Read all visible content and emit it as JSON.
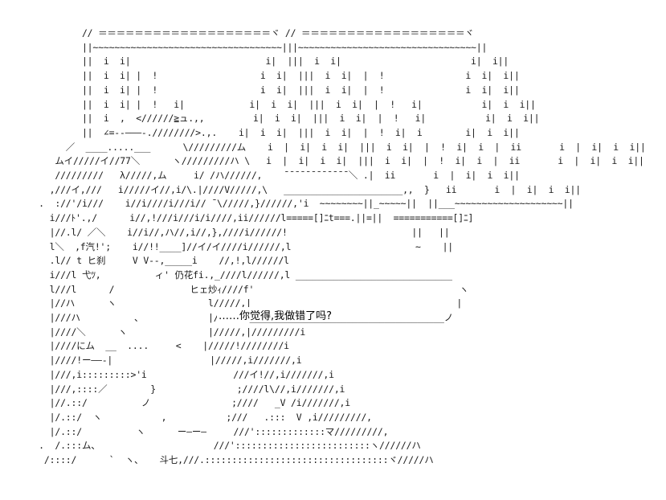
{
  "art_lines": [
    "           // ＝＝＝＝＝＝＝＝＝＝＝＝＝＝＝＝＝＝＝ヾ // ＝＝＝＝＝＝＝＝＝＝＝＝＝＝＝＝＝＝ヾ",
    "           ||~~~~~~~~~~~~~~~~~~~~~~~~~~~~~~~~~~~|||~~~~~~~~~~~~~~~~~~~~~~~~~~~~~~~~~||",
    "           ||  i  i|                         i|  |||  i  i|                        i|  i||",
    "           ||  i  i| |  !                   i  i|  |||  i  i|  |  !               i  i|  i||",
    "           ||  i  i| |  !                   i  i|  |||  i  i|  |  !               i  i|  i||",
    "           ||  i  i| |  !   i|            i|  i  i|  |||  i  i|  |  !   i|           i|  i  i||",
    "           ||  i  ,  <//////≧ュ.,,         i|  i  i|  |||  i  i|  |  !   i|           i|  i  i||",
    "           ||  ∠=-‐―――-.////////>.,.    i|  i  i|  |||  i  i|  |  !  i|  i        i|  i  i||",
    "        ／  ____.....___      \\/////////ム    i  |  i|  i  i|  |||  i  i|  |  !  i|  i  |  ii       i  |  i|  i  i||",
    "      ムイ/////イ//77＼      ヽ/////////ハ \\   i  |  i|  i  i|  |||  i  i|  |  !  i|  i  |  ii       i  |  i|  i  i||",
    "      /////////   λ/////,ム     i/ /ハ//////,    ̄ ̄ ̄ ̄ ̄ ̄ ̄ ̄ ̄ ̄ ̄ ̄ ＼ .|  ii       i  |  i|  i  i||",
    "     ,///イ,///   i/////イ//,i/\\.|////V/////,\\   ______________________,,  }   ii       i  |  i|  i  i||",
    "   .  ://'/i///    i//i////i///i// ̄ \\/////,}//////,'i  ~~~~~~~~||_~~~~~||  ||___~~~~~~~~~~~~~~~~~~~~||",
    "     i///ﾄ'.,/      i//,!///i///i/i////,ii//////l=====[]ﾆt===.||=||  ===========[]ﾆ]",
    "     |//.l/ ／＼    i//i//,ハ//,i//,},////i//////!                       ||   ||",
    "     l＼  ,f汽!';    i//!!____]//イ/イ////i//////,l                       ~    ||",
    "     .l// t ヒ刹     V V--,_____i    //,!,l//////l",
    "     i///l 弋ﾂ,          ィ' 仍花fi.,_////l//////,l _____________________________",
    "     l///l      /              ヒェ炒ｨ////f'                                      ヽ",
    "     |//ハ      ヽ                 l/////,|                                      |",
    "     |///ハ          、            |/////乂____________________________________ノ",
    "     |////＼      ヽ               |/////,|/////////i",
    "     |////にム  __  ....     <    |/////!////////i",
    "     |////!ー――-|                  |/////,i///////,i",
    "     |///,i:::::::::>'i                ///イ!//,i///////,i",
    "     |///,::::／        }               ;////l\\//,i///////,i",
    "     |//.::/          ノ               ;////   _V /i///////,i",
    "     |/.::/  ヽ           ,           ;///   .:::  V ,i/////////,",
    "     |/.::/          ヽ      ー―ー―     ///':::::::::::::マ/////////,",
    "   .  /.:::ム、                     ///':::::::::::::::::::::::::ヽ//////ハ",
    "    /::::/      `  ヽ、   斗七,///.::::::::::::::::::::::::::::::::::ヾ/////ハ"
  ],
  "speech": "……你觉得,我做错了吗?"
}
